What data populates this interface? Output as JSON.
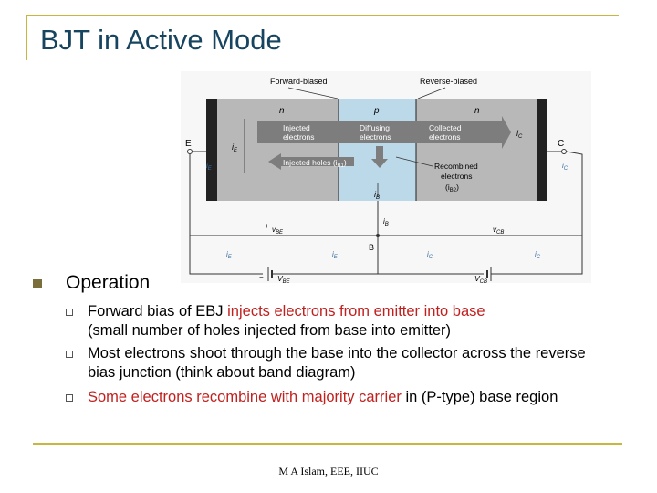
{
  "slide": {
    "title": "BJT in Active Mode",
    "operation_label": "Operation",
    "bullets": [
      {
        "plain": "Forward bias of EBJ ",
        "highlight": "injects electrons from emitter into base",
        "rest": "(small number of holes injected from base into emitter)"
      },
      {
        "text": "Most electrons shoot through the base into the collector across the reverse bias junction (think about band diagram)"
      },
      {
        "highlight": "Some electrons recombine with majority carrier",
        "rest": " in (P-type) base region"
      }
    ],
    "footer": "M A Islam, EEE, IIUC"
  },
  "diagram": {
    "forward_biased": "Forward-biased",
    "reverse_biased": "Reverse-biased",
    "n_left": "n",
    "p_mid": "p",
    "n_right": "n",
    "injected_electrons": [
      "Injected",
      "electrons"
    ],
    "diffusing_electrons": [
      "Diffusing",
      "electrons"
    ],
    "collected_electrons": [
      "Collected",
      "electrons"
    ],
    "injected_holes": "Injected holes (i",
    "injected_holes_sub": "B1",
    "recombined": [
      "Recombined",
      "electrons"
    ],
    "recombined_sub": "(i",
    "recombined_sub2": "B2",
    "label_E": "E",
    "label_C": "C",
    "label_B": "B",
    "iE": "i",
    "iE_sub": "E",
    "iC": "i",
    "iC_sub": "C",
    "iB": "i",
    "iB_sub": "B",
    "vBE": "v",
    "vBE_sub": "BE",
    "vCB": "v",
    "vCB_sub": "CB",
    "VBE": "V",
    "VBE_sub": "BE",
    "VCB": "V",
    "VCB_sub": "CB",
    "plus": "+",
    "minus": "−",
    "colors": {
      "region": "#b7b7b7",
      "base": "#bcd9ea",
      "arrow": "#7d7d7d",
      "wire": "#333333"
    }
  }
}
